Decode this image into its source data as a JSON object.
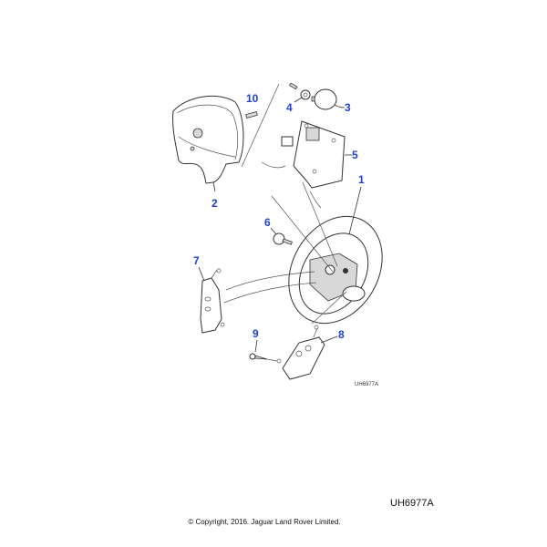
{
  "diagram": {
    "callouts": [
      "1",
      "2",
      "3",
      "4",
      "5",
      "6",
      "7",
      "8",
      "9",
      "10"
    ],
    "inner_reference": "UH6977A",
    "accent_color": "#1f3fd8"
  },
  "footer": {
    "reference": "UH6977A",
    "copyright": "© Copyright, 2016. Jaguar Land Rover Limited."
  }
}
